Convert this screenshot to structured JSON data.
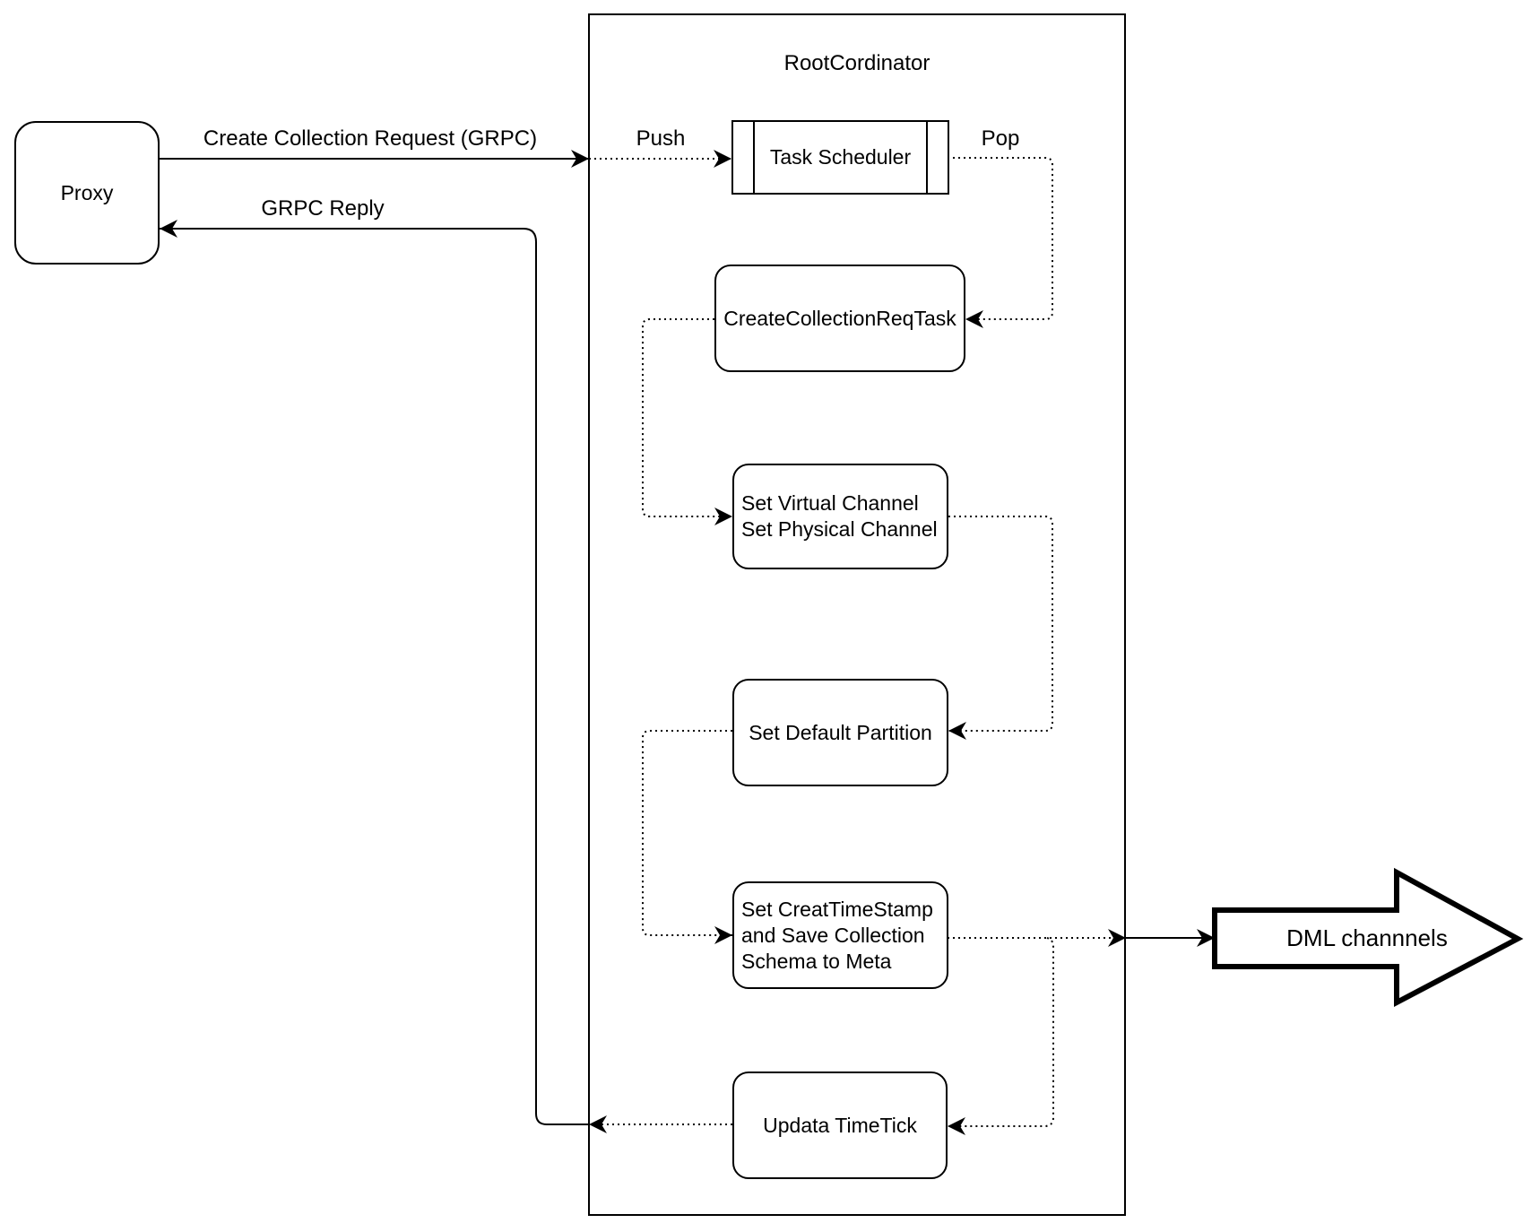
{
  "diagram": {
    "title": "RootCordinator",
    "nodes": {
      "proxy": {
        "label": "Proxy"
      },
      "task_scheduler": {
        "label": "Task Scheduler"
      },
      "create_collection_req_task": {
        "label": "CreateCollectionReqTask"
      },
      "set_channels": {
        "lines": [
          "Set Virtual Channel",
          "Set Physical Channel"
        ]
      },
      "set_default_partition": {
        "label": "Set Default Partition"
      },
      "set_creat_timestamp": {
        "lines": [
          "Set CreatTimeStamp",
          "and Save Collection",
          "Schema to Meta"
        ]
      },
      "updata_timetick": {
        "label": "Updata TimeTick"
      },
      "dml_channels": {
        "label": "DML channnels"
      }
    },
    "edges": {
      "request": {
        "label": "Create Collection Request (GRPC)"
      },
      "reply": {
        "label": "GRPC Reply"
      },
      "push": {
        "label": "Push"
      },
      "pop": {
        "label": "Pop"
      }
    },
    "colors": {
      "stroke": "#000000",
      "fill": "#ffffff",
      "text": "#000000"
    }
  }
}
